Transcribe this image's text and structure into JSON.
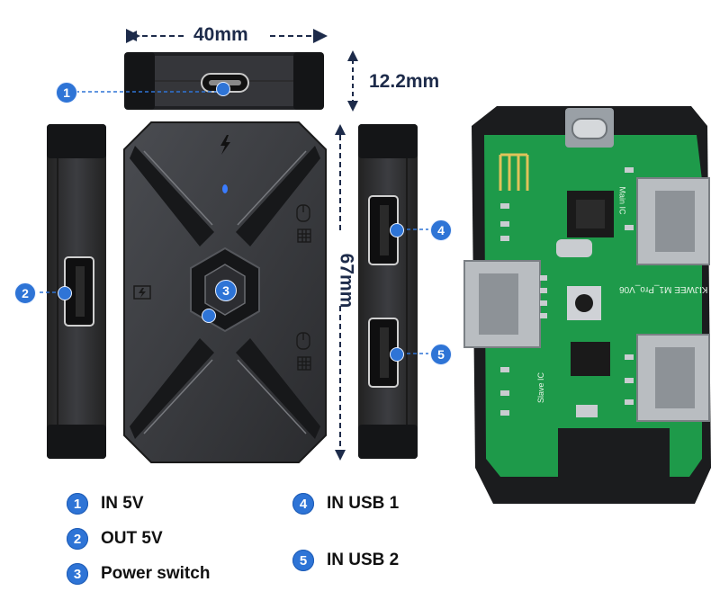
{
  "dimensions": {
    "width": "40mm",
    "height": "12.2mm",
    "length": "67mm"
  },
  "callout_numbers": [
    "1",
    "2",
    "3",
    "4",
    "5"
  ],
  "legend": [
    {
      "number": "1",
      "label": "IN 5V"
    },
    {
      "number": "2",
      "label": "OUT 5V"
    },
    {
      "number": "3",
      "label": "Power switch"
    },
    {
      "number": "4",
      "label": "IN USB 1"
    },
    {
      "number": "5",
      "label": "IN USB 2"
    }
  ],
  "pcb_text": {
    "model": "KIJWEE  M1_Pro_V06",
    "main_ic": "Main IC",
    "slave_ic": "Slave IC"
  },
  "colors": {
    "accent_blue": "#2e74d6",
    "device_body": "#3a3c40",
    "pcb_green": "#1e9a4a",
    "dimension_text": "#1d2b4a"
  }
}
